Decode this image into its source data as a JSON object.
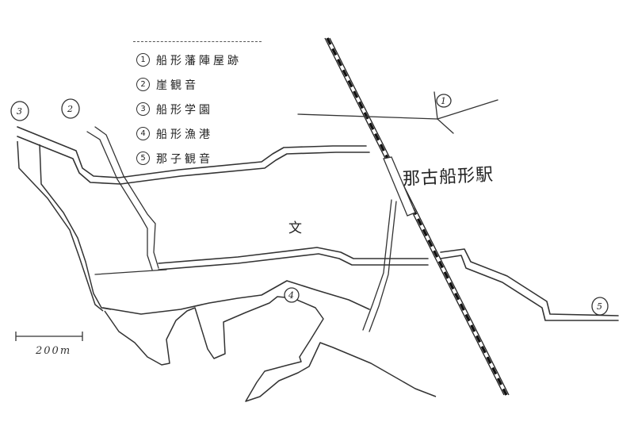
{
  "legend": {
    "items": [
      {
        "num": "1",
        "label": "船形藩陣屋跡"
      },
      {
        "num": "2",
        "label": "崖観音"
      },
      {
        "num": "3",
        "label": "船形学園"
      },
      {
        "num": "4",
        "label": "船形漁港"
      },
      {
        "num": "5",
        "label": "那子観音"
      }
    ]
  },
  "map": {
    "station_label": "那古船形駅",
    "school_symbol": "文",
    "scale_label": "200m",
    "markers": [
      {
        "id": "1",
        "text": "1"
      },
      {
        "id": "2",
        "text": "2"
      },
      {
        "id": "3",
        "text": "3"
      },
      {
        "id": "4",
        "text": "4"
      },
      {
        "id": "5",
        "text": "5"
      }
    ]
  },
  "colors": {
    "ink": "#222222",
    "paper": "#ffffff"
  }
}
